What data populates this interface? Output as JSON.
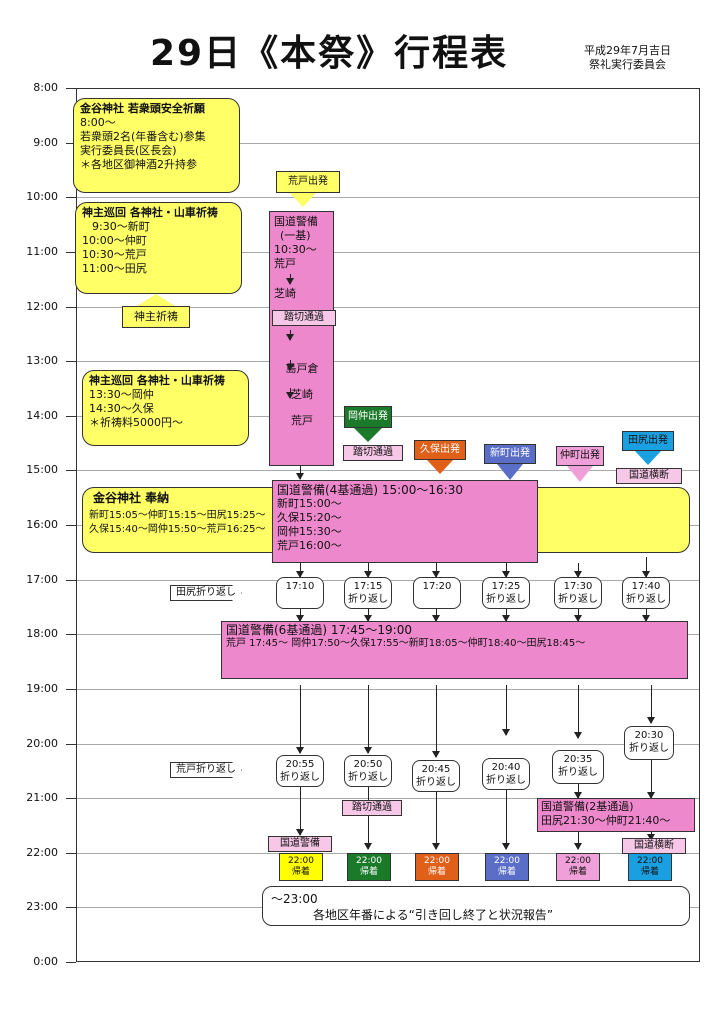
{
  "header": {
    "title": "29日《本祭》行程表",
    "date": "平成29年7月吉日",
    "org": "祭礼実行委員会"
  },
  "times": [
    "8:00",
    "9:00",
    "10:00",
    "11:00",
    "12:00",
    "13:00",
    "14:00",
    "15:00",
    "16:00",
    "17:00",
    "18:00",
    "19:00",
    "20:00",
    "21:00",
    "22:00",
    "23:00",
    "0:00"
  ],
  "colors": {
    "yellow": "#ffff66",
    "pink": "#ee88cc",
    "green": "#1a7a2a",
    "orange": "#e0601a",
    "blue": "#5a6ec8",
    "lightpink": "#f0a0d8",
    "cyan": "#1aa0e0"
  },
  "box1": {
    "title": "金谷神社 若衆頭安全祈願",
    "l1": "8:00～",
    "l2": "若衆頭2名(年番含む)参集",
    "l3": "実行委員長(区長会)",
    "l4": "＊各地区御神酒2升持参"
  },
  "box2": {
    "title": "神主巡回 各神社・山車祈祷",
    "l1": "9:30～新町",
    "l2": "10:00～仲町",
    "l3": "10:30～荒戸",
    "l4": "11:00～田尻"
  },
  "kanushi": "神主祈祷",
  "box3": {
    "title": "神主巡回 各神社・山車祈祷",
    "l1": "13:30～岡仲",
    "l2": "14:30～久保",
    "l3": "＊祈祷料5000円～"
  },
  "arato_depart": "荒戸出発",
  "arato_box": {
    "l1": "国道警備",
    "l2": "(一基)",
    "l3": "10:30～",
    "l4": "荒戸",
    "l5": "芝崎",
    "l6": "踏切通過",
    "l7": "島戸倉",
    "l8": "芝崎",
    "l9": "荒戸"
  },
  "departs": [
    "岡仲出発",
    "久保出発",
    "新町出発",
    "仲町出発",
    "田尻出発"
  ],
  "fumikiri": "踏切通過",
  "kokudou_oudan": "国道横断",
  "box4": {
    "title": "金谷神社 奉納",
    "l1": "新町15:05～仲町15:15～田尻15:25～",
    "l2": "久保15:40～岡仲15:50～荒戸16:25～"
  },
  "box5": {
    "title": "国道警備(4基通過) 15:00～16:30",
    "l1": "新町15:00～",
    "l2": "久保15:20～",
    "l3": "岡仲15:30～",
    "l4": "荒戸16:00～"
  },
  "tajiri_return": "田尻折り返し",
  "turns1": [
    {
      "t": "17:10",
      "s": ""
    },
    {
      "t": "17:15",
      "s": "折り返し"
    },
    {
      "t": "17:20",
      "s": ""
    },
    {
      "t": "17:25",
      "s": "折り返し"
    },
    {
      "t": "17:30",
      "s": "折り返し"
    },
    {
      "t": "17:40",
      "s": "折り返し"
    }
  ],
  "box6": {
    "title": "国道警備(6基通過) 17:45～19:00",
    "l1": "荒戸 17:45～ 岡仲17:50～久保17:55～新町18:05～仲町18:40～田尻18:45～"
  },
  "arato_return": "荒戸折り返し",
  "turns2": [
    {
      "t": "20:55",
      "s": "折り返し"
    },
    {
      "t": "20:50",
      "s": "折り返し"
    },
    {
      "t": "20:45",
      "s": "折り返し"
    },
    {
      "t": "20:40",
      "s": "折り返し"
    },
    {
      "t": "20:35",
      "s": "折り返し"
    },
    {
      "t": "20:30",
      "s": "折り返し"
    }
  ],
  "box7": {
    "title": "国道警備(2基通過)",
    "l1": "田尻21:30～仲町21:40～"
  },
  "fumikiri2": "踏切通過",
  "kokudou_keibi": "国道警備",
  "kokudou_oudan2": "国道横断",
  "homes": [
    {
      "t": "22:00",
      "s": "帰着"
    },
    {
      "t": "22:00",
      "s": "帰着"
    },
    {
      "t": "22:00",
      "s": "帰着"
    },
    {
      "t": "22:00",
      "s": "帰着"
    },
    {
      "t": "22:00",
      "s": "帰着"
    },
    {
      "t": "22:00",
      "s": "帰着"
    }
  ],
  "final": {
    "l1": "～23:00",
    "l2": "各地区年番による“引き回し終了と状況報告”"
  }
}
